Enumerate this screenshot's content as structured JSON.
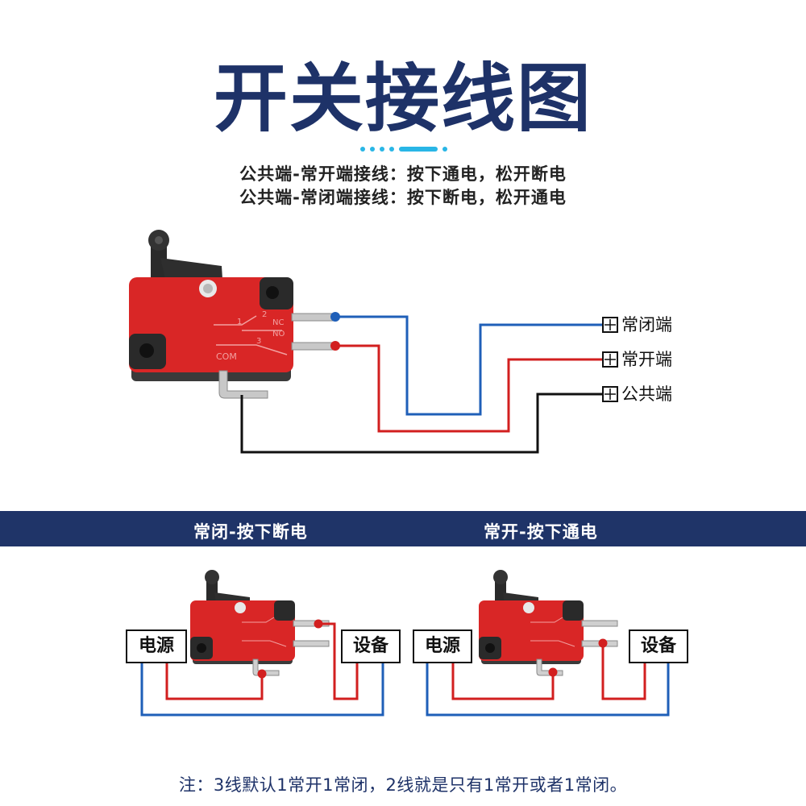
{
  "title": "开关接线图",
  "description": {
    "line1": "公共端-常开端接线：按下通电，松开断电",
    "line2": "公共端-常闭端接线：按下断电，松开通电"
  },
  "terminals": {
    "nc": "常闭端",
    "no": "常开端",
    "com": "公共端"
  },
  "switch_markings": {
    "nc": "NC",
    "no": "NO",
    "com": "COM",
    "pin1": "1",
    "pin2": "2",
    "pin3": "3"
  },
  "sections": {
    "left_header": "常闭-按下断电",
    "right_header": "常开-按下通电"
  },
  "boxes": {
    "power": "电源",
    "device": "设备"
  },
  "note": "注：3线默认1常开1常闭，2线就是只有1常开或者1常闭。",
  "colors": {
    "title": "#1e3268",
    "band": "#1f3468",
    "switch_body": "#d92626",
    "wire_blue": "#1f5fb8",
    "wire_red": "#d21f1f",
    "wire_black": "#111111",
    "accent": "#29b6e6"
  }
}
